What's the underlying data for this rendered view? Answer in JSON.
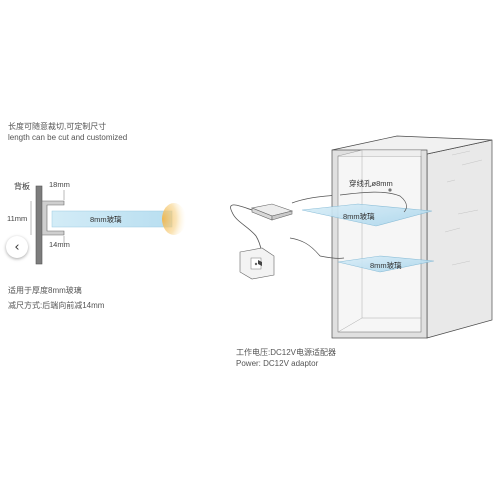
{
  "caption": {
    "cut_cn": "长度可随意裁切,可定制尺寸",
    "cut_en": "length can be cut and customized"
  },
  "profile": {
    "back_label": "背板",
    "dim_top": "18mm",
    "dim_left": "11mm",
    "dim_bottom": "14mm",
    "glass_label": "8mm玻璃"
  },
  "notes": {
    "fit": "适用于厚度8mm玻璃",
    "method": "减尺方式:后端向前减14mm"
  },
  "cabinet": {
    "hole_label": "穿线孔ø8mm",
    "glass_top_label": "8mm玻璃",
    "glass_bottom_label": "8mm玻璃"
  },
  "power": {
    "cn": "工作电压:DC12V电源适配器",
    "en": "Power: DC12V adaptor"
  },
  "nav": {
    "prev_icon": "‹"
  },
  "colors": {
    "cabinet_fill": "#e6e6e6",
    "cabinet_stroke": "#4a4a4a",
    "glass": "#bfe3f3",
    "glow": "#f6c56a",
    "interior": "#f4f4f4"
  }
}
